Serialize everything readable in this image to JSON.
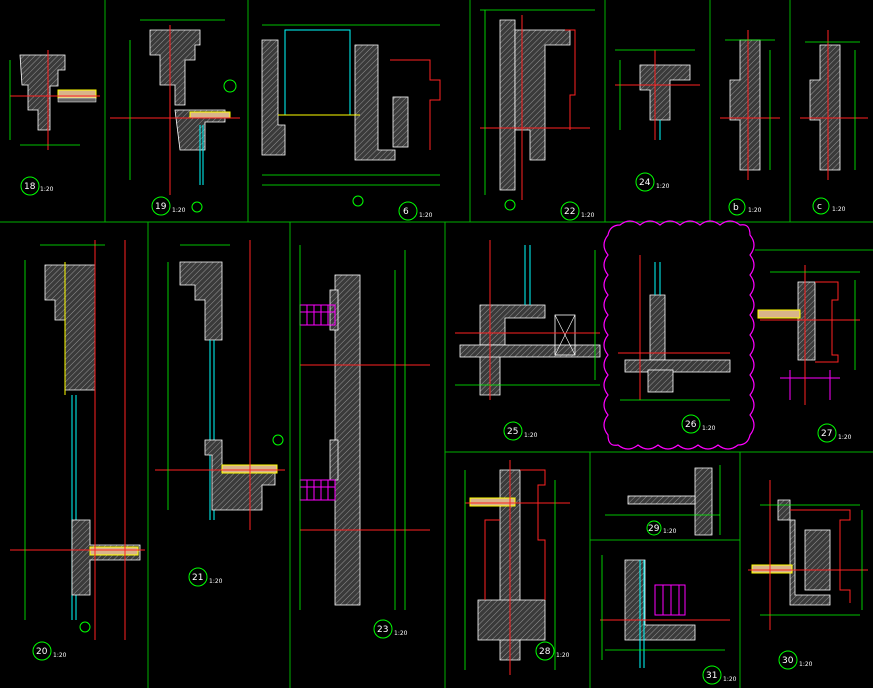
{
  "drawing": {
    "background": "#000000",
    "colors": {
      "frame": "#00b000",
      "dimension": "#00ff00",
      "wall_edge": "#ffffff",
      "axis": "#ff2222",
      "glass": "#00ffff",
      "trim": "#ffff00",
      "cloud": "#ff00ff",
      "railing": "#ff00ff"
    },
    "details": [
      {
        "id": "18",
        "label": "18",
        "scale": "1:20"
      },
      {
        "id": "19",
        "label": "19",
        "scale": "1:20"
      },
      {
        "id": "6",
        "label": "6",
        "scale": "1:20"
      },
      {
        "id": "22",
        "label": "22",
        "scale": "1:20"
      },
      {
        "id": "24",
        "label": "24",
        "scale": "1:20"
      },
      {
        "id": "b",
        "label": "b",
        "scale": "1:20"
      },
      {
        "id": "c",
        "label": "c",
        "scale": "1:20"
      },
      {
        "id": "20",
        "label": "20",
        "scale": "1:20"
      },
      {
        "id": "21",
        "label": "21",
        "scale": "1:20"
      },
      {
        "id": "23",
        "label": "23",
        "scale": "1:20"
      },
      {
        "id": "25",
        "label": "25",
        "scale": "1:20"
      },
      {
        "id": "26",
        "label": "26",
        "scale": "1:20"
      },
      {
        "id": "27",
        "label": "27",
        "scale": "1:20"
      },
      {
        "id": "28",
        "label": "28",
        "scale": "1:20"
      },
      {
        "id": "29",
        "label": "29",
        "scale": "1:20"
      },
      {
        "id": "30",
        "label": "30",
        "scale": "1:20"
      },
      {
        "id": "31",
        "label": "31",
        "scale": "1:20"
      }
    ]
  }
}
